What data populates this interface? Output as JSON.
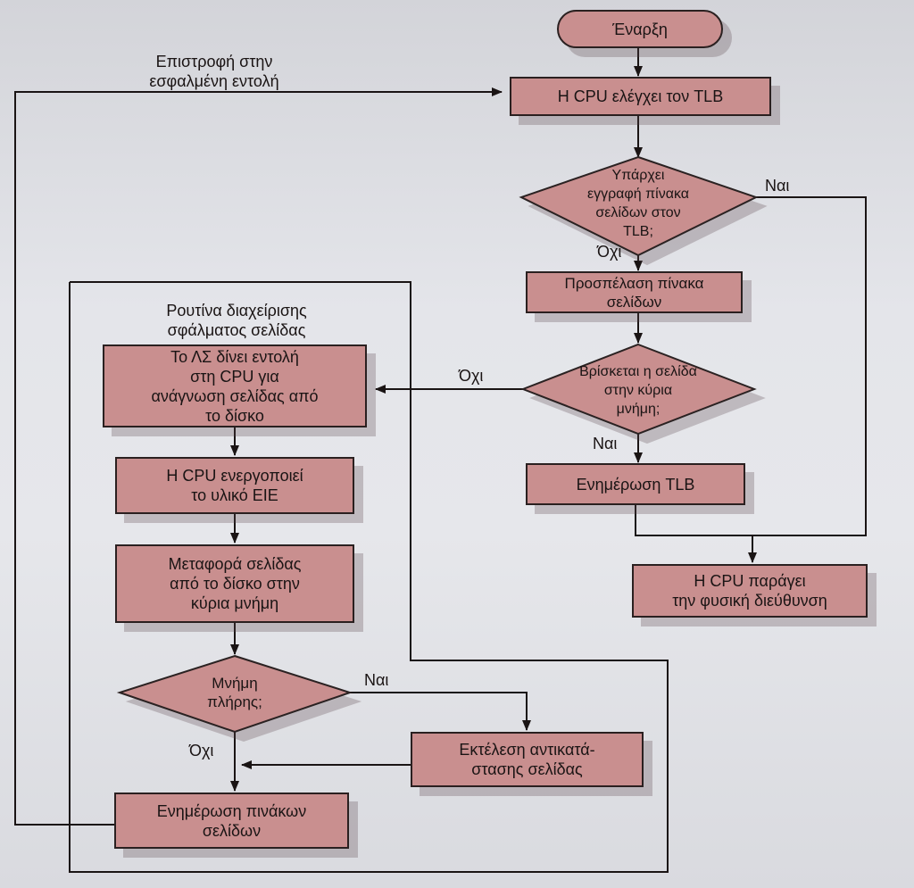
{
  "nodes": {
    "start": "Έναρξη",
    "cpu_checks_tlb": "Η CPU ελέγχει τον TLB",
    "tlb_entry_q": "Υπάρχει\nεγγραφή πίνακα\nσελίδων στον\nTLB;",
    "access_page_table": "Προσπέλαση πίνακα\nσελίδων",
    "page_in_memory_q": "Βρίσκεται η σελίδα\nστην κύρια\nμνήμη;",
    "update_tlb": "Ενημέρωση TLB",
    "generate_physical": "Η CPU παράγει\nτην φυσική διεύθυνση",
    "os_instructs": "Το ΛΣ δίνει εντολή\nστη CPU για\nανάγνωση σελίδας από\nτο δίσκο",
    "cpu_activates_dma": "Η CPU ενεργοποιεί\nτο υλικό ΕΙΕ",
    "transfer_page": "Μεταφορά σελίδας\nαπό το δίσκο στην\nκύρια μνήμη",
    "memory_full_q": "Μνήμη\nπλήρης;",
    "page_replacement": "Εκτέλεση αντικατά-\nστασης σελίδας",
    "update_page_tables": "Ενημέρωση πινάκων\nσελίδων"
  },
  "labels": {
    "return_to_faulted": "Επιστροφή στην\nεσφαλμένη εντολή",
    "fault_routine": "Ρουτίνα διαχείρισης\nσφάλματος σελίδας",
    "tlb_yes": "Ναι",
    "tlb_no": "Όχι",
    "mem_no": "Όχι",
    "mem_yes": "Ναι",
    "full_yes": "Ναι",
    "full_no": "Όχι"
  },
  "colors": {
    "box_fill": "#c98f8f",
    "line": "#1a1414"
  }
}
